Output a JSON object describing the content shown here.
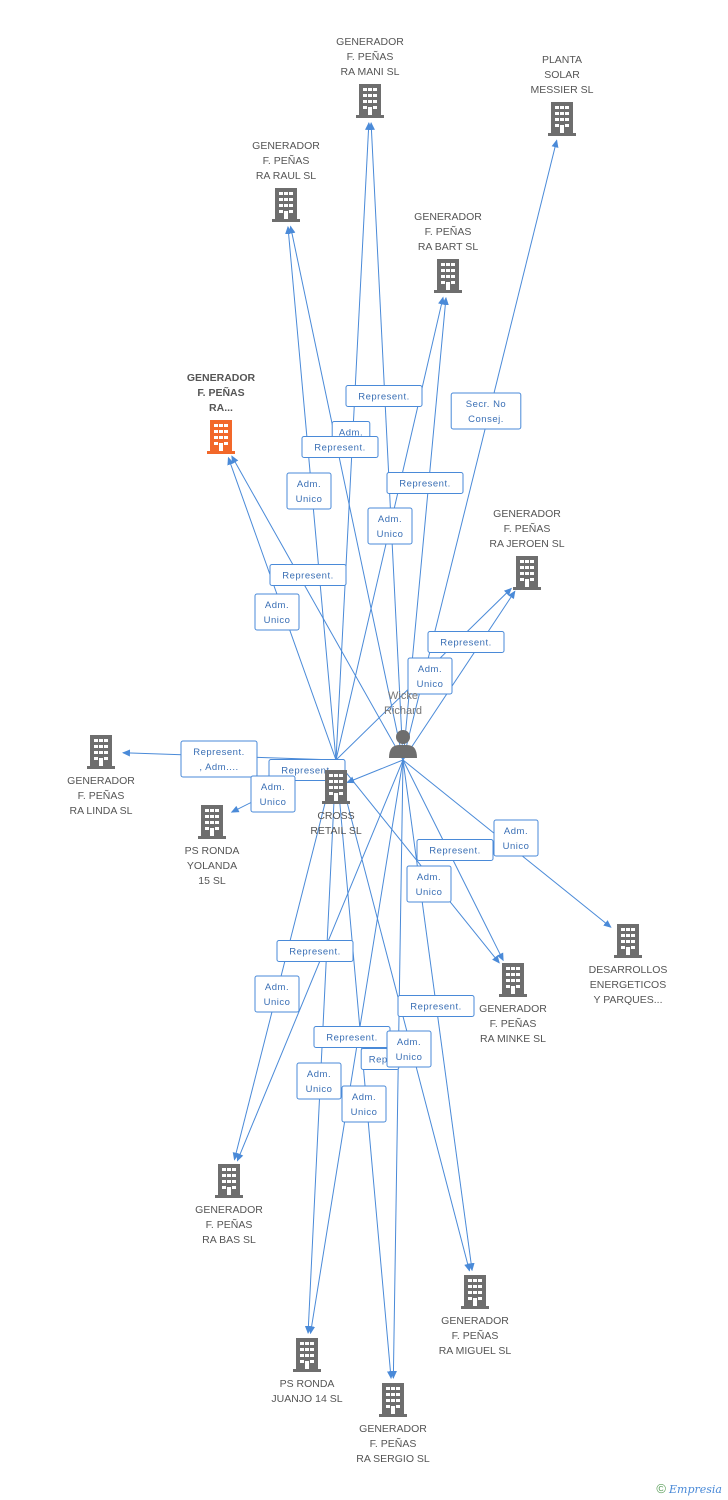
{
  "colors": {
    "edge": "#4a8ad8",
    "building": "#6e6e6e",
    "highlight": "#f2682a"
  },
  "person": {
    "id": "wicke",
    "lines": [
      "Wicke",
      "Richard"
    ]
  },
  "nodes": [
    {
      "id": "mani",
      "lines": [
        "GENERADOR",
        "F.  PEÑAS",
        "RA MANI SL"
      ]
    },
    {
      "id": "messier",
      "lines": [
        "PLANTA",
        "SOLAR",
        "MESSIER SL"
      ]
    },
    {
      "id": "raul",
      "lines": [
        "GENERADOR",
        "F.  PEÑAS",
        "RA RAUL SL"
      ]
    },
    {
      "id": "bart",
      "lines": [
        "GENERADOR",
        "F.  PEÑAS",
        "RA BART SL"
      ]
    },
    {
      "id": "main",
      "lines": [
        "GENERADOR",
        "F.  PEÑAS",
        "RA..."
      ],
      "highlight": true
    },
    {
      "id": "jeroen",
      "lines": [
        "GENERADOR",
        "F.  PEÑAS",
        "RA JEROEN SL"
      ]
    },
    {
      "id": "linda",
      "lines": [
        "GENERADOR",
        "F.  PEÑAS",
        "RA LINDA SL"
      ]
    },
    {
      "id": "cross",
      "lines": [
        "CROSS",
        "RETAIL  SL"
      ]
    },
    {
      "id": "yolanda",
      "lines": [
        "PS RONDA",
        "YOLANDA",
        "15 SL"
      ]
    },
    {
      "id": "desarrollos",
      "lines": [
        "DESARROLLOS",
        "ENERGETICOS",
        "Y PARQUES..."
      ]
    },
    {
      "id": "minke",
      "lines": [
        "GENERADOR",
        "F.  PEÑAS",
        "RA MINKE SL"
      ]
    },
    {
      "id": "bas",
      "lines": [
        "GENERADOR",
        "F.  PEÑAS",
        "RA BAS SL"
      ]
    },
    {
      "id": "miguel",
      "lines": [
        "GENERADOR",
        "F.  PEÑAS",
        "RA MIGUEL SL"
      ]
    },
    {
      "id": "juanjo",
      "lines": [
        "PS RONDA",
        "JUANJO 14 SL"
      ]
    },
    {
      "id": "sergio",
      "lines": [
        "GENERADOR",
        "F.  PEÑAS",
        "RA SERGIO SL"
      ]
    }
  ],
  "edges": [
    {
      "from": "cross",
      "to": "mani"
    },
    {
      "from": "wicke",
      "to": "mani"
    },
    {
      "from": "wicke",
      "to": "messier"
    },
    {
      "from": "cross",
      "to": "raul"
    },
    {
      "from": "wicke",
      "to": "raul"
    },
    {
      "from": "cross",
      "to": "bart"
    },
    {
      "from": "wicke",
      "to": "bart"
    },
    {
      "from": "cross",
      "to": "main"
    },
    {
      "from": "wicke",
      "to": "main"
    },
    {
      "from": "wicke",
      "to": "jeroen"
    },
    {
      "from": "cross",
      "to": "jeroen"
    },
    {
      "from": "cross",
      "to": "linda"
    },
    {
      "from": "wicke",
      "to": "cross"
    },
    {
      "from": "cross",
      "to": "yolanda"
    },
    {
      "from": "wicke",
      "to": "desarrollos"
    },
    {
      "from": "wicke",
      "to": "minke"
    },
    {
      "from": "cross",
      "to": "minke"
    },
    {
      "from": "cross",
      "to": "bas"
    },
    {
      "from": "wicke",
      "to": "bas"
    },
    {
      "from": "cross",
      "to": "miguel"
    },
    {
      "from": "wicke",
      "to": "miguel"
    },
    {
      "from": "cross",
      "to": "juanjo"
    },
    {
      "from": "wicke",
      "to": "juanjo"
    },
    {
      "from": "cross",
      "to": "sergio"
    },
    {
      "from": "wicke",
      "to": "sergio"
    }
  ],
  "edge_labels": [
    {
      "id": "l1",
      "lines": [
        "Represent."
      ]
    },
    {
      "id": "l2",
      "lines": [
        "Secr.  No",
        "Consej."
      ]
    },
    {
      "id": "l3",
      "lines": [
        "Adm."
      ]
    },
    {
      "id": "l4",
      "lines": [
        "Represent."
      ]
    },
    {
      "id": "l5",
      "lines": [
        "Represent."
      ]
    },
    {
      "id": "l6",
      "lines": [
        "Adm.",
        "Unico"
      ]
    },
    {
      "id": "l7",
      "lines": [
        "Adm.",
        "Unico"
      ]
    },
    {
      "id": "l8",
      "lines": [
        "Represent."
      ]
    },
    {
      "id": "l9",
      "lines": [
        "Adm.",
        "Unico"
      ]
    },
    {
      "id": "l10",
      "lines": [
        "Represent."
      ]
    },
    {
      "id": "l11",
      "lines": [
        "Adm.",
        "Unico"
      ]
    },
    {
      "id": "l12",
      "lines": [
        "Represent.",
        ", Adm...."
      ]
    },
    {
      "id": "l13",
      "lines": [
        "Represent."
      ]
    },
    {
      "id": "l14",
      "lines": [
        "Adm.",
        "Unico"
      ]
    },
    {
      "id": "l15",
      "lines": [
        "Adm.",
        "Unico"
      ]
    },
    {
      "id": "l16",
      "lines": [
        "Represent."
      ]
    },
    {
      "id": "l17",
      "lines": [
        "Adm.",
        "Unico"
      ]
    },
    {
      "id": "l18",
      "lines": [
        "Represent."
      ]
    },
    {
      "id": "l19",
      "lines": [
        "Adm.",
        "Unico"
      ]
    },
    {
      "id": "l20",
      "lines": [
        "Represent."
      ]
    },
    {
      "id": "l21",
      "lines": [
        "Represent."
      ]
    },
    {
      "id": "l22",
      "lines": [
        "Repr"
      ]
    },
    {
      "id": "l23",
      "lines": [
        "Adm.",
        "Unico"
      ]
    },
    {
      "id": "l24",
      "lines": [
        "Adm.",
        "Unico"
      ]
    },
    {
      "id": "l25",
      "lines": [
        "Adm.",
        "Unico"
      ]
    }
  ],
  "footer": {
    "copyright": "©",
    "brand_first": "E",
    "brand_rest": "mpresia"
  }
}
